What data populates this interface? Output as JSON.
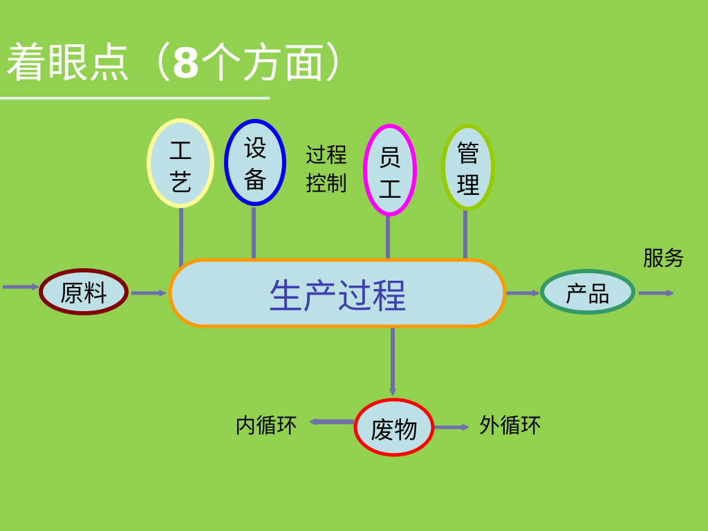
{
  "title": {
    "prefix": "着眼点（",
    "number": "8",
    "suffix": "个方面）"
  },
  "diagram": {
    "top_nodes": [
      {
        "id": "process",
        "line1": "工",
        "line2": "艺",
        "border": "#ffff99"
      },
      {
        "id": "equipment",
        "line1": "设",
        "line2": "备",
        "border": "#0000ee"
      },
      {
        "id": "staff",
        "line1": "员",
        "line2": "工",
        "border": "#ff00ff"
      },
      {
        "id": "management",
        "line1": "管",
        "line2": "理",
        "border": "#99cc00"
      }
    ],
    "process_control": {
      "line1": "过程",
      "line2": "控制"
    },
    "main_process": {
      "label": "生产过程",
      "border": "#ff9900"
    },
    "raw_material": {
      "label": "原料",
      "border": "#800000"
    },
    "product": {
      "label": "产品",
      "border": "#339966"
    },
    "service": {
      "label": "服务"
    },
    "waste": {
      "label": "废物",
      "border": "#ff0000"
    },
    "inner_cycle": {
      "label": "内循环"
    },
    "outer_cycle": {
      "label": "外循环"
    },
    "colors": {
      "background": "#92d050",
      "node_fill": "#bde0e6",
      "connector": "#6e6ea8"
    }
  }
}
